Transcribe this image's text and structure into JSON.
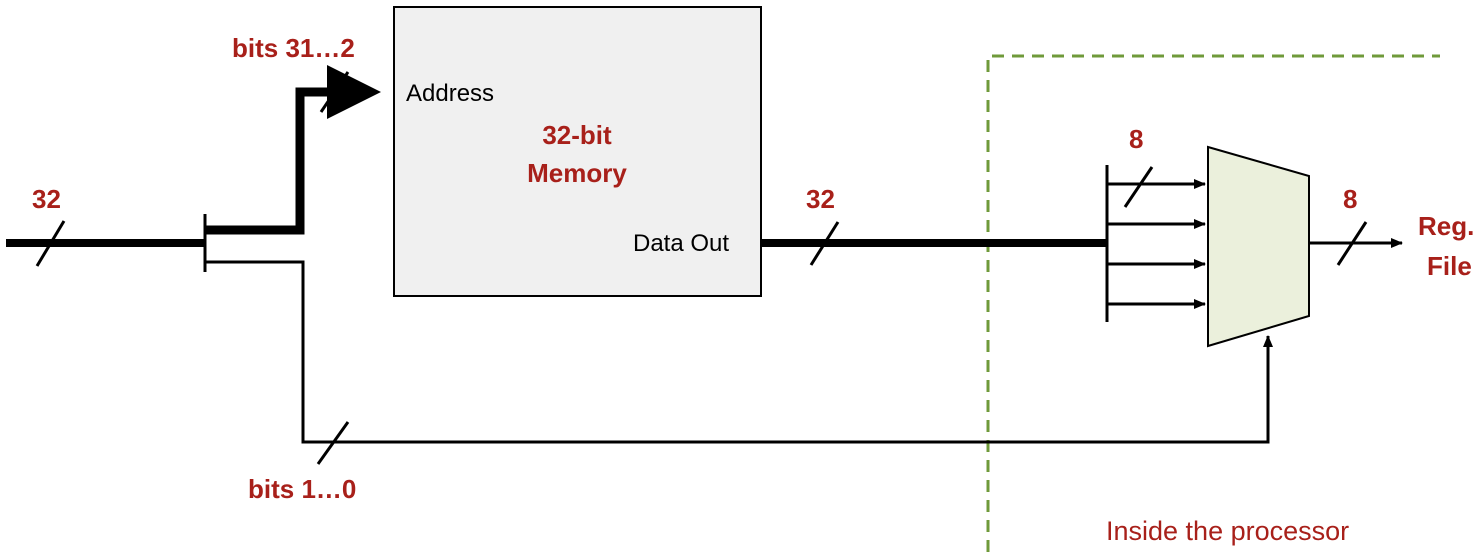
{
  "memory": {
    "title_line1": "32-bit",
    "title_line2": "Memory",
    "port_address": "Address",
    "port_data_out": "Data Out"
  },
  "labels": {
    "input_width": "32",
    "upper_bits": "bits 31…2",
    "lower_bits": "bits 1…0",
    "data_width": "32",
    "mux_input_width": "8",
    "mux_output_width": "8",
    "reg_file_line1": "Reg.",
    "reg_file_line2": "File",
    "region": "Inside the processor"
  },
  "colors": {
    "label_red": "#a8201a",
    "memory_fill": "#f0f0f0",
    "mux_fill": "#ebf0dc",
    "region_border": "#6f9a3a"
  }
}
